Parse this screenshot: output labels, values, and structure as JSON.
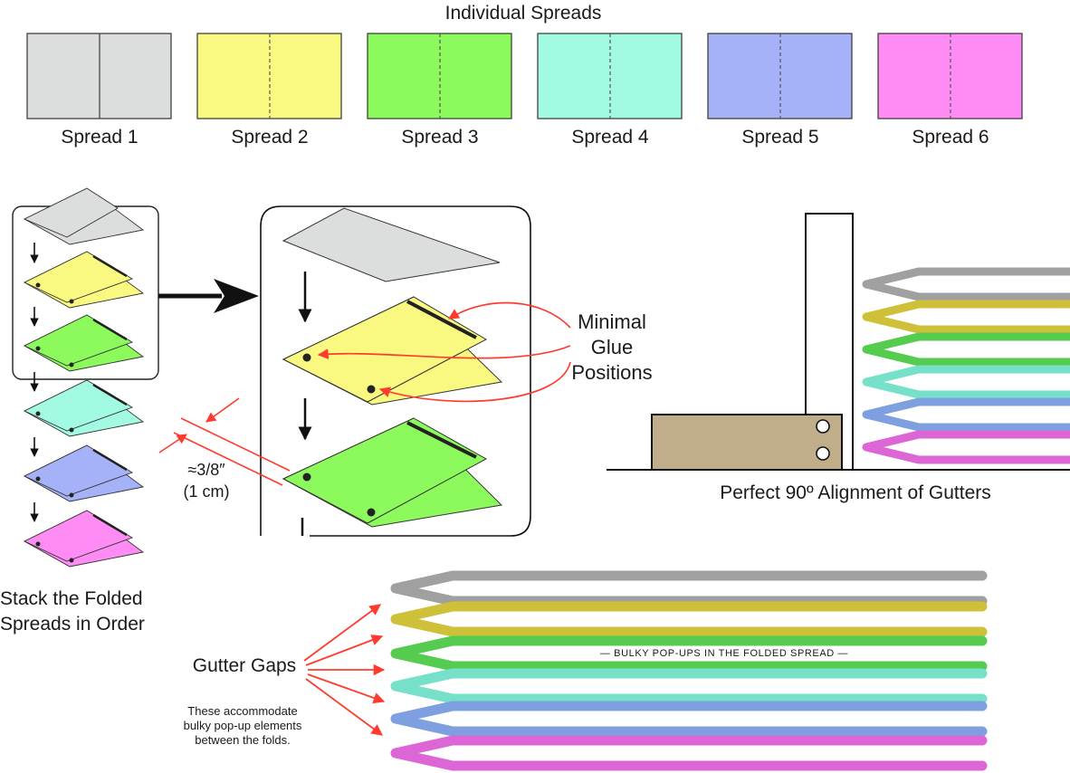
{
  "title": "Individual Spreads",
  "spreads": [
    {
      "label": "Spread 1",
      "color": "#dcdedd"
    },
    {
      "label": "Spread 2",
      "color": "#f9f880"
    },
    {
      "label": "Spread 3",
      "color": "#8cfa5c"
    },
    {
      "label": "Spread 4",
      "color": "#a3fae2"
    },
    {
      "label": "Spread 5",
      "color": "#a6b2f8"
    },
    {
      "label": "Spread 6",
      "color": "#fe8cf4"
    }
  ],
  "stack_label": {
    "line1": "Stack the Folded",
    "line2": "Spreads in Order"
  },
  "glue_label": {
    "line1": "Minimal",
    "line2": "Glue",
    "line3": "Positions"
  },
  "measurement": {
    "line1": "≈3/8″",
    "line2": "(1 cm)"
  },
  "alignment_label": "Perfect 90º Alignment of Gutters",
  "gutter_label": "Gutter Gaps",
  "gutter_note": {
    "line1": "These accommodate",
    "line2": "bulky pop-up elements",
    "line3": "between the folds."
  },
  "bulky_label": "— BULKY POP-UPS IN THE FOLDED SPREAD —",
  "colors": {
    "arrow_red": "#ff3b2f",
    "gutter_gray": "#a0a0a0",
    "gutter_yellow": "#cfc03a",
    "gutter_green": "#55cc50",
    "gutter_teal": "#76e0c8",
    "gutter_blue": "#7fa0e0",
    "gutter_pink": "#dd66d6",
    "block_tan": "#c0ae8a"
  }
}
